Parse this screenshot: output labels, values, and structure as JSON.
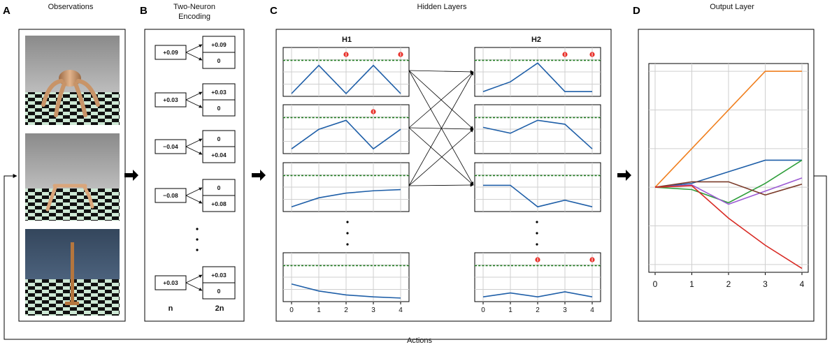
{
  "panels": {
    "A": {
      "letter": "A",
      "title": "Observations"
    },
    "B": {
      "letter": "B",
      "title_line1": "Two-Neuron",
      "title_line2": "Encoding",
      "label_left": "n",
      "label_right": "2n"
    },
    "C": {
      "letter": "C",
      "title": "Hidden Layers",
      "layer1": "H1",
      "layer2": "H2"
    },
    "D": {
      "letter": "D",
      "title": "Output Layer"
    }
  },
  "feedback_label": "Actions",
  "observations": [
    {
      "name": "ant",
      "bg_top": "#8a8a8a",
      "bg_bottom": "#d8d8d8"
    },
    {
      "name": "half-cheetah",
      "bg_top": "#8a8a8a",
      "bg_bottom": "#d8d8d8"
    },
    {
      "name": "hopper",
      "bg_top": "#3b4d64",
      "bg_bottom": "#58708e"
    }
  ],
  "encoding": {
    "rows": [
      {
        "input": "+0.09",
        "pos": "+0.09",
        "neg": "0"
      },
      {
        "input": "+0.03",
        "pos": "+0.03",
        "neg": "0"
      },
      {
        "input": "−0.04",
        "pos": "0",
        "neg": "+0.04"
      },
      {
        "input": "−0.08",
        "pos": "0",
        "neg": "+0.08"
      },
      {
        "input": "+0.03",
        "pos": "+0.03",
        "neg": "0"
      }
    ]
  },
  "hidden": {
    "x_ticks": [
      "0",
      "1",
      "2",
      "3",
      "4"
    ],
    "H1": [
      {
        "values": [
          0.0,
          0.72,
          0.0,
          0.72,
          0.0
        ],
        "threshold": 0.85,
        "spikes": [
          2,
          4
        ]
      },
      {
        "values": [
          0.05,
          0.55,
          0.78,
          0.05,
          0.55
        ],
        "threshold": 0.85,
        "spikes": [
          3
        ]
      },
      {
        "values": [
          0.05,
          0.28,
          0.4,
          0.46,
          0.49
        ],
        "threshold": 0.85,
        "spikes": []
      },
      {
        "values": [
          0.38,
          0.2,
          0.1,
          0.05,
          0.02
        ],
        "threshold": 0.85,
        "spikes": []
      }
    ],
    "H2": [
      {
        "values": [
          0.05,
          0.3,
          0.78,
          0.05,
          0.05
        ],
        "threshold": 0.85,
        "spikes": [
          3,
          4
        ]
      },
      {
        "values": [
          0.6,
          0.45,
          0.78,
          0.68,
          0.05
        ],
        "threshold": 0.85,
        "spikes": []
      },
      {
        "values": [
          0.6,
          0.6,
          0.05,
          0.22,
          0.05
        ],
        "threshold": 0.85,
        "spikes": []
      },
      {
        "values": [
          0.05,
          0.15,
          0.05,
          0.18,
          0.05
        ],
        "threshold": 0.85,
        "spikes": [
          2,
          4
        ]
      }
    ]
  },
  "chart_data": {
    "type": "line",
    "x": [
      0,
      1,
      2,
      3,
      4
    ],
    "ylim": [
      -1.1,
      1.6
    ],
    "grid": true,
    "series": [
      {
        "color": "#f07f1e",
        "values": [
          0,
          0.5,
          1.0,
          1.5,
          1.5
        ]
      },
      {
        "color": "#1f5fa8",
        "values": [
          0,
          0.05,
          0.2,
          0.35,
          0.35
        ]
      },
      {
        "color": "#2e9e3a",
        "values": [
          0,
          -0.03,
          -0.2,
          0.05,
          0.35
        ]
      },
      {
        "color": "#9c5bd4",
        "values": [
          0,
          0.03,
          -0.22,
          -0.05,
          0.12
        ]
      },
      {
        "color": "#7a3b2a",
        "values": [
          0,
          0.07,
          0.07,
          -0.1,
          0.04
        ]
      },
      {
        "color": "#d82a24",
        "values": [
          0,
          0.02,
          -0.4,
          -0.75,
          -1.05
        ]
      }
    ],
    "x_ticks": [
      "0",
      "1",
      "2",
      "3",
      "4"
    ]
  }
}
